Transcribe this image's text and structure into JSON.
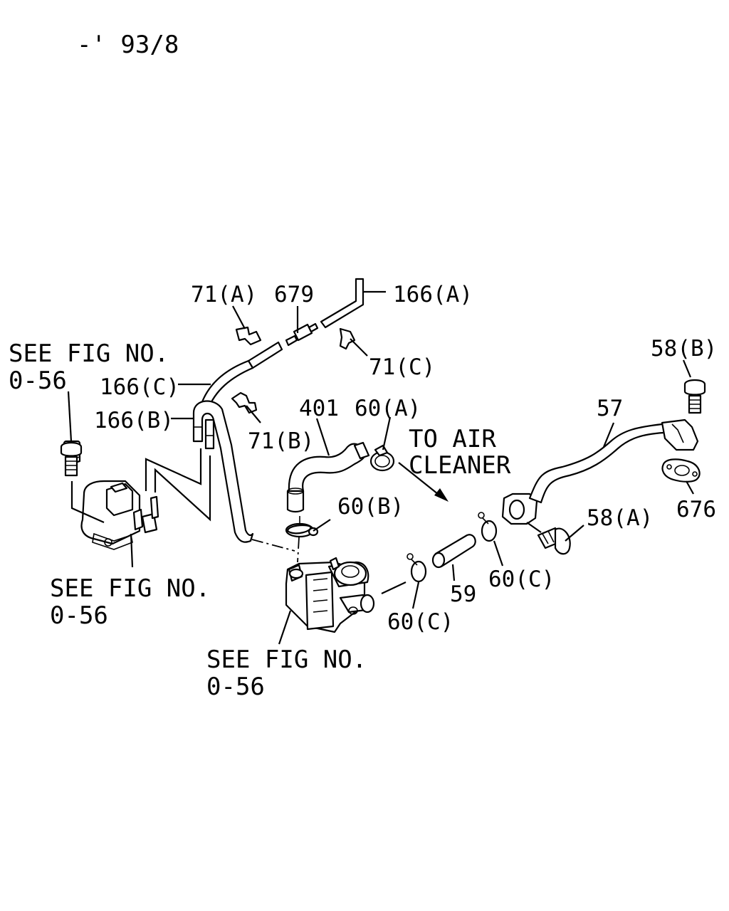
{
  "header": {
    "date_code": "-' 93/8"
  },
  "colors": {
    "line": "#000000",
    "background": "#ffffff"
  },
  "callouts": {
    "p71a": "71(A)",
    "p679": "679",
    "p166a": "166(A)",
    "p71c": "71(C)",
    "p166c": "166(C)",
    "p166b": "166(B)",
    "p71b": "71(B)",
    "p401": "401",
    "p60a": "60(A)",
    "p60b": "60(B)",
    "p60c_right": "60(C)",
    "p60c_lower": "60(C)",
    "p59": "59",
    "p57": "57",
    "p58b": "58(B)",
    "p58a": "58(A)",
    "p676": "676"
  },
  "references": {
    "ref1": {
      "line1": "SEE FIG NO.",
      "line2": "0-56"
    },
    "ref2": {
      "line1": "SEE FIG NO.",
      "line2": "0-56"
    },
    "ref3": {
      "line1": "SEE FIG NO.",
      "line2": "0-56"
    }
  },
  "flow_note": {
    "line1": "TO AIR",
    "line2": "CLEANER"
  }
}
